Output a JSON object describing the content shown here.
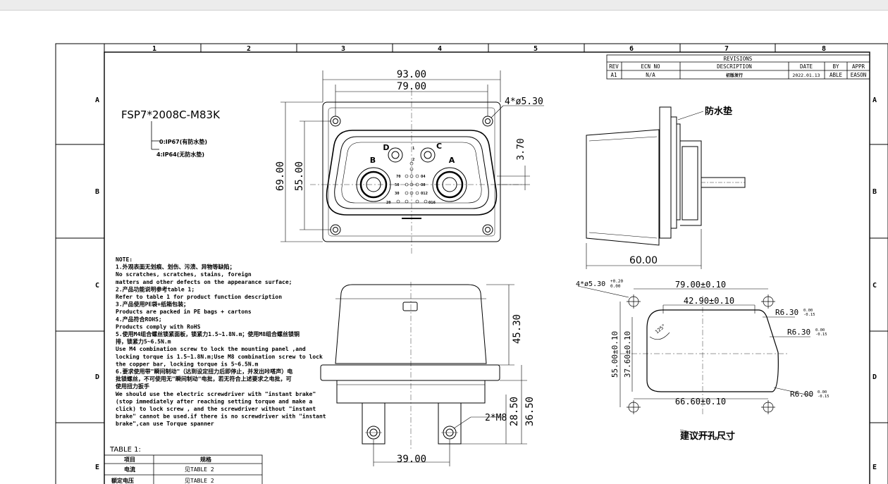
{
  "zones": {
    "columns": [
      "1",
      "2",
      "3",
      "4",
      "5",
      "6",
      "7",
      "8"
    ],
    "rows": [
      "A",
      "B",
      "C",
      "D",
      "E"
    ]
  },
  "revisions": {
    "title": "REVISIONS",
    "headers": [
      "REV",
      "ECN NO",
      "DESCRIPTION",
      "DATE",
      "BY",
      "APPR"
    ],
    "row": [
      "A1",
      "N/A",
      "初版发行",
      "2022.01.13",
      "ABLE",
      "EASON"
    ]
  },
  "part": {
    "number": "FSP7*2008C-M83K",
    "option_0": "0:IP67(有防水垫)",
    "option_4": "4:IP64(无防水垫)"
  },
  "front_view": {
    "dim_overall_width": "93.00",
    "dim_hole_spacing_x": "79.00",
    "dim_holes": "4*ø5.30",
    "dim_overall_height": "69.00",
    "dim_hole_spacing_y": "55.00",
    "dim_small": "3.70",
    "pin_labels": [
      "A",
      "B",
      "C",
      "D"
    ],
    "signal_labels": [
      "1",
      "2",
      "70",
      "50",
      "30",
      "20",
      "O4",
      "O8",
      "O12",
      "O16"
    ]
  },
  "side_view": {
    "waterproof_label": "防水垫",
    "dim_length": "60.00"
  },
  "cutout": {
    "holes_dim": "4*ø5.30",
    "holes_tol_upper": "+0.20",
    "holes_tol_lower": "0.00",
    "dim_hole_x": "79.00±0.10",
    "dim_top": "42.90±0.10",
    "dim_bottom": "66.60±0.10",
    "dim_outer_y": "55.00±0.10",
    "dim_inner_y": "37.60±0.10",
    "radius_1": "R6.30",
    "radius_1_tol_upper": "0.00",
    "radius_1_tol_lower": "-0.15",
    "radius_2": "R6.30",
    "radius_2_tol_upper": "0.00",
    "radius_2_tol_lower": "-0.15",
    "radius_3": "R6.00",
    "radius_3_tol_upper": "0.00",
    "radius_3_tol_lower": "-0.15",
    "angle": "125°",
    "caption": "建议开孔尺寸"
  },
  "bottom_view": {
    "dim_height_1": "45.30",
    "dim_thread": "2*M8",
    "dim_height_2": "28.50",
    "dim_height_3": "36.50",
    "dim_width": "39.00"
  },
  "notes": [
    "NOTE:",
    "1.外观表面无划痕、划伤、污渍、异物等缺陷；",
    "  No scratches, scratches, stains, foreign",
    " matters and other defects on the appearance surface;",
    "2.产品功能说明参考table 1;",
    "  Refer to table 1 for product function description",
    "3.产品使用PE袋+纸箱包装；",
    "  Products are packed in PE bags + cartons",
    "4.产品符合ROHS;",
    "  Products comply with RoHS",
    "5.使用M4组合螺丝锁紧面板，锁紧力1.5~1.8N.m；使用M8组合螺丝锁铜",
    "排，锁紧力5~6.5N.m",
    "  Use M4 combination screw to lock the mounting panel ,and",
    "locking torque is 1.5~1.8N.m;Use M8 combination screw to lock",
    "the copper bar, locking torque is 5~6.5N.m",
    "6.要求使用带\"瞬间制动\"（达到设定扭力后即停止，并发出咔嗒声）电",
    "批锁螺丝，不可使用无\"瞬间制动\"电批，若无符合上述要求之电批，可",
    "使用扭力扳手",
    "We should use the electric screwdriver with \"instant brake\"",
    "(stop immediately after reaching  setting torque and make a",
    "click) to lock screw , and the screwdriver without \"instant",
    "brake\" cannot be used.if there is no screwdriver with \"instant",
    "brake\",can use Torque spanner"
  ],
  "table1": {
    "title": "TABLE 1:",
    "headers": [
      "项目",
      "规格"
    ],
    "rows": [
      [
        "电流",
        "见TABLE 2"
      ],
      [
        "额定电压",
        "见TABLE 2"
      ]
    ]
  },
  "colors": {
    "line": "#000000",
    "paper": "#ffffff",
    "toolbar": "#ececec"
  }
}
